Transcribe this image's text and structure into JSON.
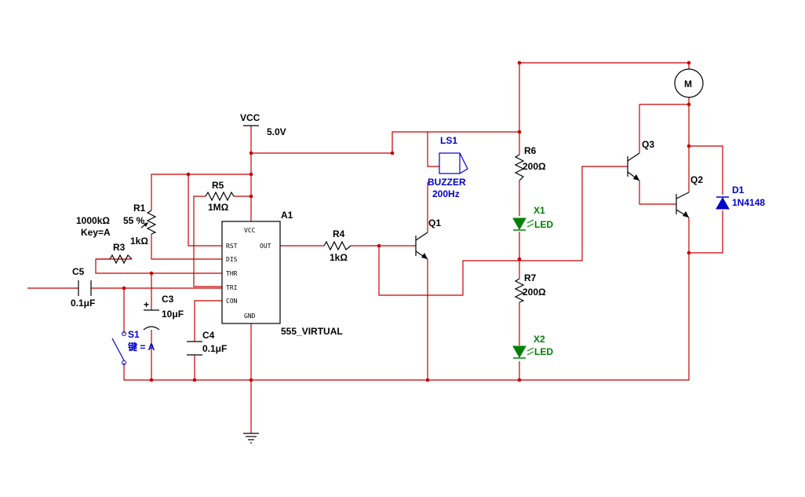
{
  "colors": {
    "wire": "#c80000",
    "component": "#000000",
    "speaker_label": "#0000cc",
    "led_label": "#008000",
    "diode_label": "#0000cc",
    "switch_label": "#0000cc"
  },
  "vcc": {
    "name": "VCC",
    "value": "5.0V"
  },
  "timer": {
    "ref": "A1",
    "model": "555_VIRTUAL",
    "pins": {
      "vcc": "VCC",
      "rst": "RST",
      "out": "OUT",
      "dis": "DIS",
      "thr": "THR",
      "tri": "TRI",
      "con": "CON",
      "gnd": "GND"
    }
  },
  "r1": {
    "ref": "R1",
    "max": "1000kΩ",
    "setting": "55 %",
    "key": "Key=A",
    "value": "1kΩ"
  },
  "r3": {
    "ref": "R3"
  },
  "r4": {
    "ref": "R4",
    "value": "1kΩ"
  },
  "r5": {
    "ref": "R5",
    "value": "1MΩ"
  },
  "r6": {
    "ref": "R6",
    "value": "200Ω"
  },
  "r7": {
    "ref": "R7",
    "value": "200Ω"
  },
  "c3": {
    "ref": "C3",
    "value": "10μF",
    "polarity": "+"
  },
  "c4": {
    "ref": "C4",
    "value": "0.1μF"
  },
  "c5": {
    "ref": "C5",
    "value": "0.1μF"
  },
  "s1": {
    "ref": "S1",
    "key": "键 = A"
  },
  "ls1": {
    "ref": "LS1",
    "type": "BUZZER",
    "freq": "200Hz"
  },
  "q1": {
    "ref": "Q1"
  },
  "q2": {
    "ref": "Q2"
  },
  "q3": {
    "ref": "Q3"
  },
  "x1": {
    "ref": "X1",
    "type": "LED"
  },
  "x2": {
    "ref": "X2",
    "type": "LED"
  },
  "d1": {
    "ref": "D1",
    "model": "1N4148"
  },
  "motor": {
    "symbol": "M"
  }
}
